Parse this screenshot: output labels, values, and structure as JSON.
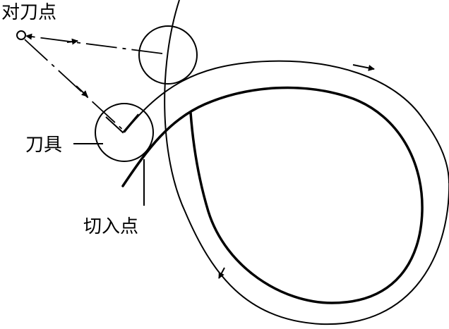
{
  "labels": {
    "tool_setting_point": "对刀点",
    "tool": "刀具",
    "entry_point": "切入点"
  }
}
